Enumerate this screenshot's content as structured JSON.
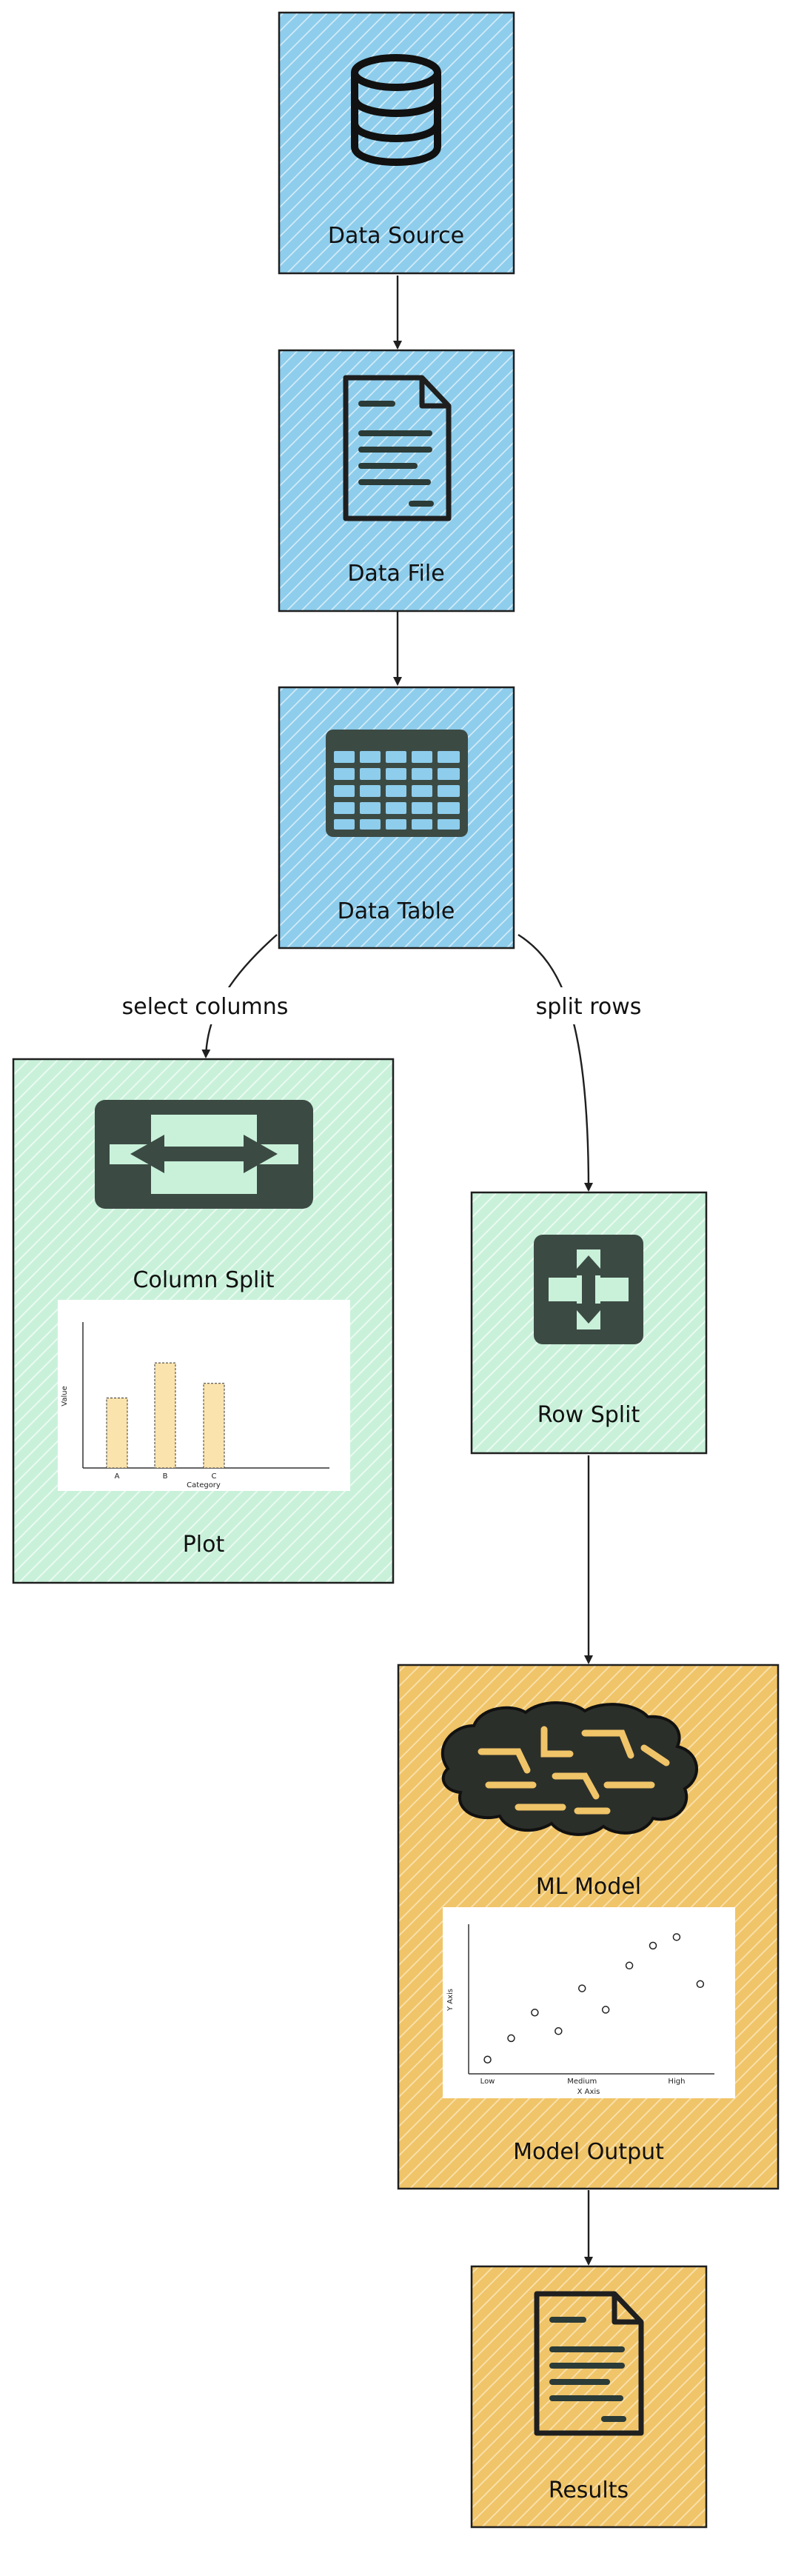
{
  "colors": {
    "blue": "#8ecdec",
    "green": "#c9f1da",
    "orange": "#f0c468",
    "stroke": "#1f1f1f",
    "icon": "#3c4a44",
    "bar": "#fbe3ad",
    "hatch_blue": "#d9eef9",
    "hatch_green": "#edfbf3",
    "hatch_orange": "#f9e2b0"
  },
  "nodes": {
    "data_source": {
      "label": "Data Source",
      "icon": "database-icon"
    },
    "data_file": {
      "label": "Data File",
      "icon": "document-icon"
    },
    "data_table": {
      "label": "Data Table",
      "icon": "table-grid-icon"
    },
    "column_split": {
      "label": "Column Split",
      "sublabel": "Plot",
      "icon": "horizontal-split-icon"
    },
    "row_split": {
      "label": "Row Split",
      "icon": "vertical-split-icon"
    },
    "ml_model": {
      "label": "ML Model",
      "sublabel": "Model Output",
      "icon": "brain-icon"
    },
    "results": {
      "label": "Results",
      "icon": "document-icon"
    }
  },
  "edges": [
    {
      "from": "data_source",
      "to": "data_file",
      "label": ""
    },
    {
      "from": "data_file",
      "to": "data_table",
      "label": ""
    },
    {
      "from": "data_table",
      "to": "column_split",
      "label": "select columns"
    },
    {
      "from": "data_table",
      "to": "row_split",
      "label": "split rows"
    },
    {
      "from": "row_split",
      "to": "ml_model",
      "label": ""
    },
    {
      "from": "ml_model",
      "to": "results",
      "label": ""
    }
  ],
  "chart_data": [
    {
      "type": "bar",
      "categories": [
        "A",
        "B",
        "C"
      ],
      "values": [
        48,
        72,
        58
      ],
      "xlabel": "Category",
      "ylabel": "Value",
      "ylim": [
        0,
        100
      ],
      "grid": false
    },
    {
      "type": "scatter",
      "x": [
        0.0,
        0.25,
        0.5,
        0.75,
        1.0,
        1.25,
        1.5,
        1.75,
        2.0,
        2.25
      ],
      "y": [
        1.0,
        2.5,
        4.3,
        3.0,
        6.0,
        4.5,
        7.6,
        9.0,
        9.6,
        6.3
      ],
      "categories": [
        "Low",
        "Medium",
        "High"
      ],
      "xlabel": "X Axis",
      "ylabel": "Y Axis",
      "xlim": [
        -0.2,
        2.4
      ],
      "ylim": [
        0,
        10.5
      ],
      "grid": false
    }
  ]
}
